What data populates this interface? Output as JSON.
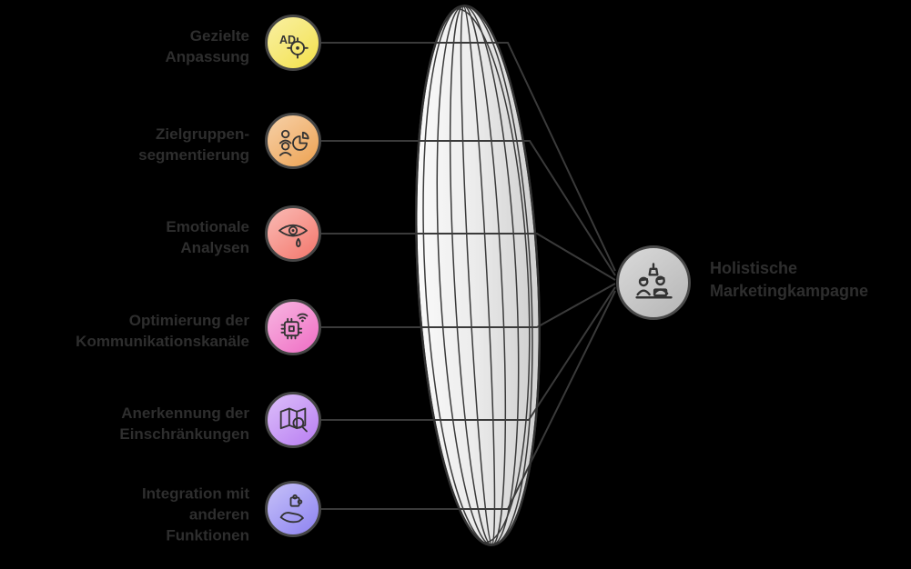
{
  "funnel_items": [
    {
      "lines": [
        "Gezielte",
        "Anpassung"
      ],
      "icon": "ad-target-icon",
      "icon_text": "AD",
      "color": "#f3e143"
    },
    {
      "lines": [
        "Zielgruppen-",
        "segmentierung"
      ],
      "icon": "audience-segmentation-icon",
      "color": "#eda24f"
    },
    {
      "lines": [
        "Emotionale",
        "Analysen"
      ],
      "icon": "emotion-analysis-icon",
      "color": "#f2756b"
    },
    {
      "lines": [
        "Optimierung der",
        "Kommunikationskanäle"
      ],
      "icon": "chip-signal-icon",
      "color": "#ee6cc4"
    },
    {
      "lines": [
        "Anerkennung der",
        "Einschränkungen"
      ],
      "icon": "map-search-icon",
      "color": "#b97df2"
    },
    {
      "lines": [
        "Integration mit",
        "anderen",
        "Funktionen"
      ],
      "icon": "hand-puzzle-icon",
      "color": "#8e82f0"
    }
  ],
  "output": {
    "lines": [
      "Holistische",
      "Marketingkampagne"
    ],
    "icon": "team-workspace-icon",
    "color": "#b5b5b5"
  },
  "colors": {
    "bg": "#000000",
    "text": "#2e2e2e",
    "line": "#3a3a3a",
    "icon": "#333333",
    "bubble-border": "#454545",
    "lens-stroke": "#333333",
    "lens-light": "#fdfdfd",
    "lens-mid": "#ececec",
    "lens-dark": "#d2d2d2",
    "out-border": "#4a4a4a"
  }
}
